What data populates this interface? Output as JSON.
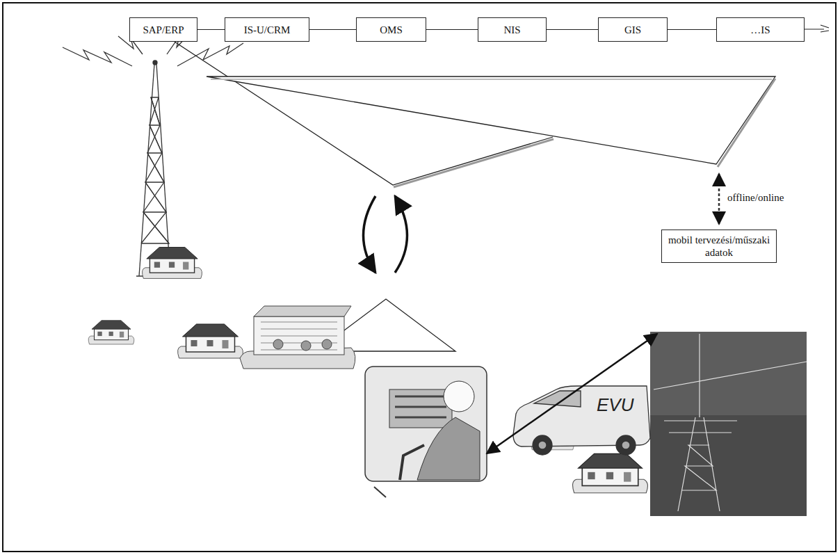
{
  "diagram": {
    "nodes": [
      {
        "text": [
          "SAP/ERP"
        ]
      },
      {
        "text": [
          "IS-U/CRM"
        ]
      },
      {
        "text": [
          "OMS"
        ]
      },
      {
        "text": [
          "NIS"
        ]
      },
      {
        "text": [
          "GIS"
        ]
      },
      {
        "text": [
          "…IS"
        ]
      },
      {
        "text": [
          "mobil tervezési/műszaki adatok"
        ]
      }
    ],
    "edges": [
      {
        "from": 0,
        "to": 1,
        "arrow": "none"
      },
      {
        "from": 1,
        "to": 2,
        "arrow": "none"
      },
      {
        "from": 2,
        "to": 3,
        "arrow": "none"
      },
      {
        "from": 3,
        "to": 4,
        "arrow": "none"
      },
      {
        "from": 4,
        "to": 5,
        "arrow": "none"
      }
    ],
    "labels": [
      "offline/online",
      "EVU"
    ]
  }
}
